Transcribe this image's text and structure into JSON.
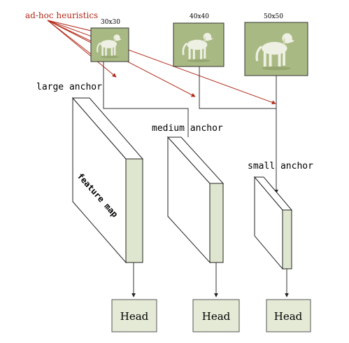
{
  "heuristics_label": "ad-hoc heuristics",
  "images": [
    {
      "size_label": "30x30",
      "alt": "dog thumbnail"
    },
    {
      "size_label": "40x40",
      "alt": "dog thumbnail"
    },
    {
      "size_label": "50x50",
      "alt": "dog thumbnail"
    }
  ],
  "anchors": [
    {
      "label": "large anchor"
    },
    {
      "label": "medium anchor"
    },
    {
      "label": "small anchor"
    }
  ],
  "feature_map_label": "feature map",
  "heads": [
    {
      "label": "Head"
    },
    {
      "label": "Head"
    },
    {
      "label": "Head"
    }
  ],
  "colors": {
    "heuristic_red": "#b02a1a",
    "image_green": "#a9b983",
    "map_side": "#dfe6cf",
    "head_fill": "#e4ead6"
  }
}
